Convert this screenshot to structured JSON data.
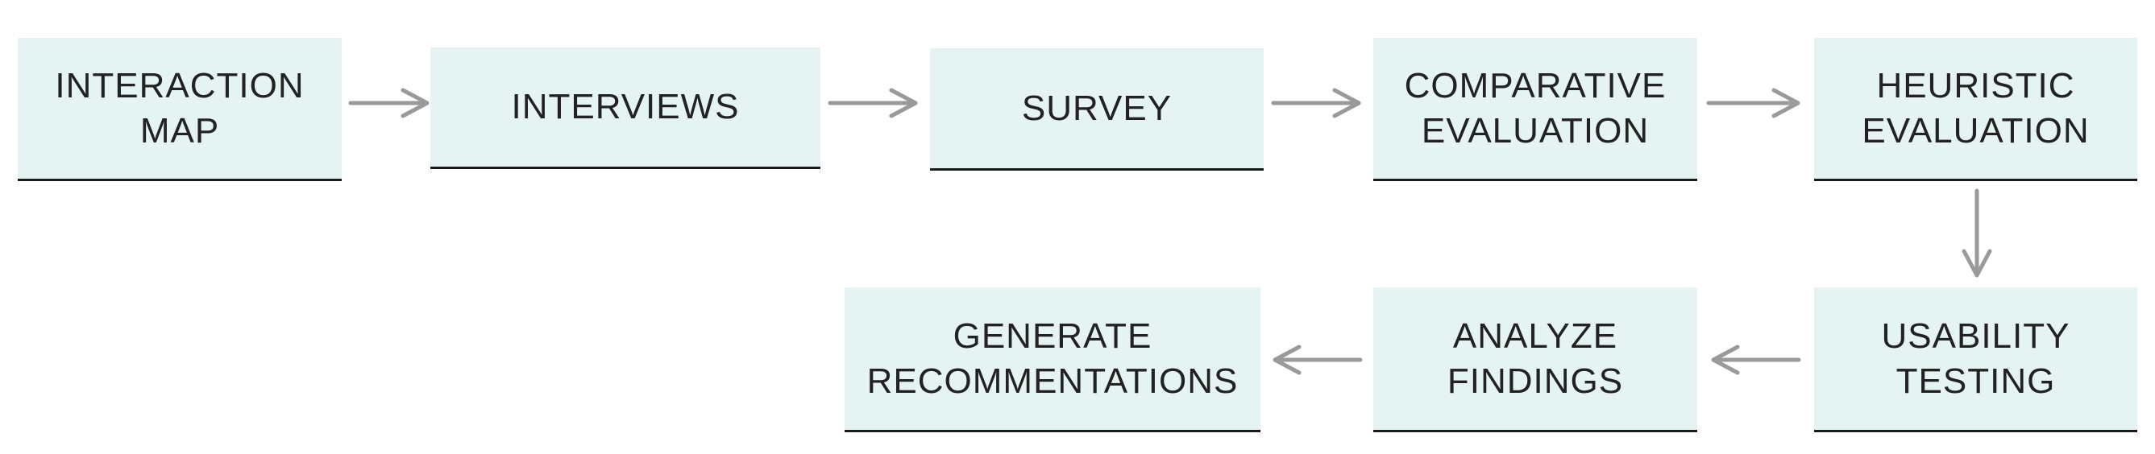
{
  "diagram": {
    "steps": [
      {
        "id": "interaction-map",
        "label": "INTERACTION\nMAP"
      },
      {
        "id": "interviews",
        "label": "INTERVIEWS"
      },
      {
        "id": "survey",
        "label": "SURVEY"
      },
      {
        "id": "comparative-evaluation",
        "label": "COMPARATIVE\nEVALUATION"
      },
      {
        "id": "heuristic-evaluation",
        "label": "HEURISTIC\nEVALUATION"
      },
      {
        "id": "usability-testing",
        "label": "USABILITY\nTESTING"
      },
      {
        "id": "analyze-findings",
        "label": "ANALYZE\nFINDINGS"
      },
      {
        "id": "generate-recommendations",
        "label": "GENERATE\nRECOMMENTATIONS"
      }
    ],
    "flow": [
      [
        "interaction-map",
        "interviews"
      ],
      [
        "interviews",
        "survey"
      ],
      [
        "survey",
        "comparative-evaluation"
      ],
      [
        "comparative-evaluation",
        "heuristic-evaluation"
      ],
      [
        "heuristic-evaluation",
        "usability-testing"
      ],
      [
        "usability-testing",
        "analyze-findings"
      ],
      [
        "analyze-findings",
        "generate-recommendations"
      ]
    ],
    "colors": {
      "box_fill": "#e5f3f2",
      "box_border": "#1a1a1a",
      "text": "#222222",
      "arrow": "#9a9a9a"
    }
  }
}
